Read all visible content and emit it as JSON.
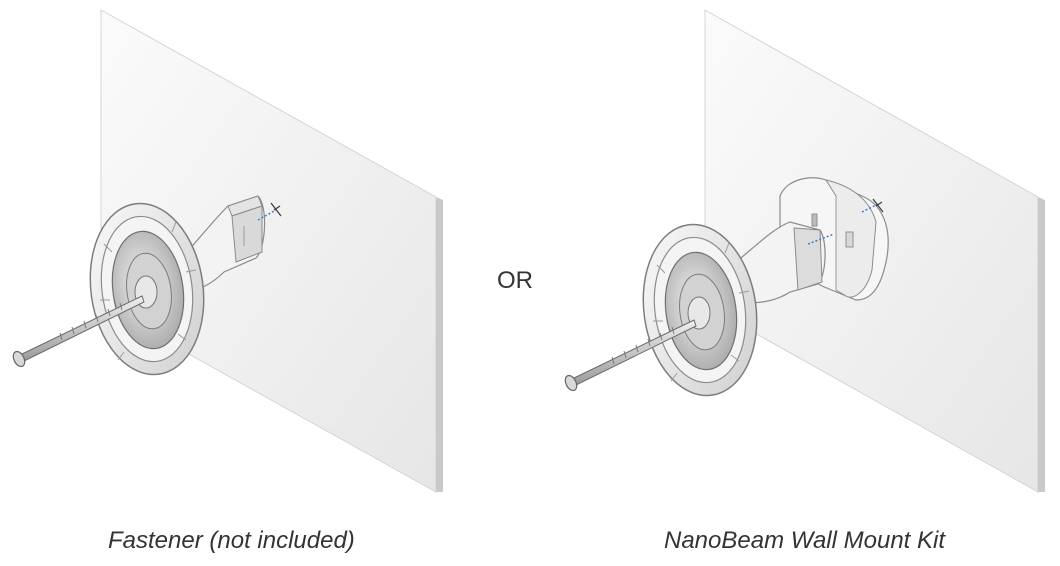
{
  "separator_label": "OR",
  "panels": [
    {
      "caption": "Fastener (not included)"
    },
    {
      "caption": "NanoBeam Wall Mount Kit"
    }
  ],
  "colors": {
    "wall_light": "#f7f7f7",
    "wall_shade": "#e2e2e2",
    "wall_edge": "#cfcfcf",
    "outline": "#7a7a7a",
    "guide_line": "#3a7fc8",
    "text": "#333333"
  },
  "icons": [
    "wall-icon",
    "antenna-mount-icon",
    "screw-icon",
    "guide-line-icon",
    "wall-mount-bracket-icon"
  ]
}
